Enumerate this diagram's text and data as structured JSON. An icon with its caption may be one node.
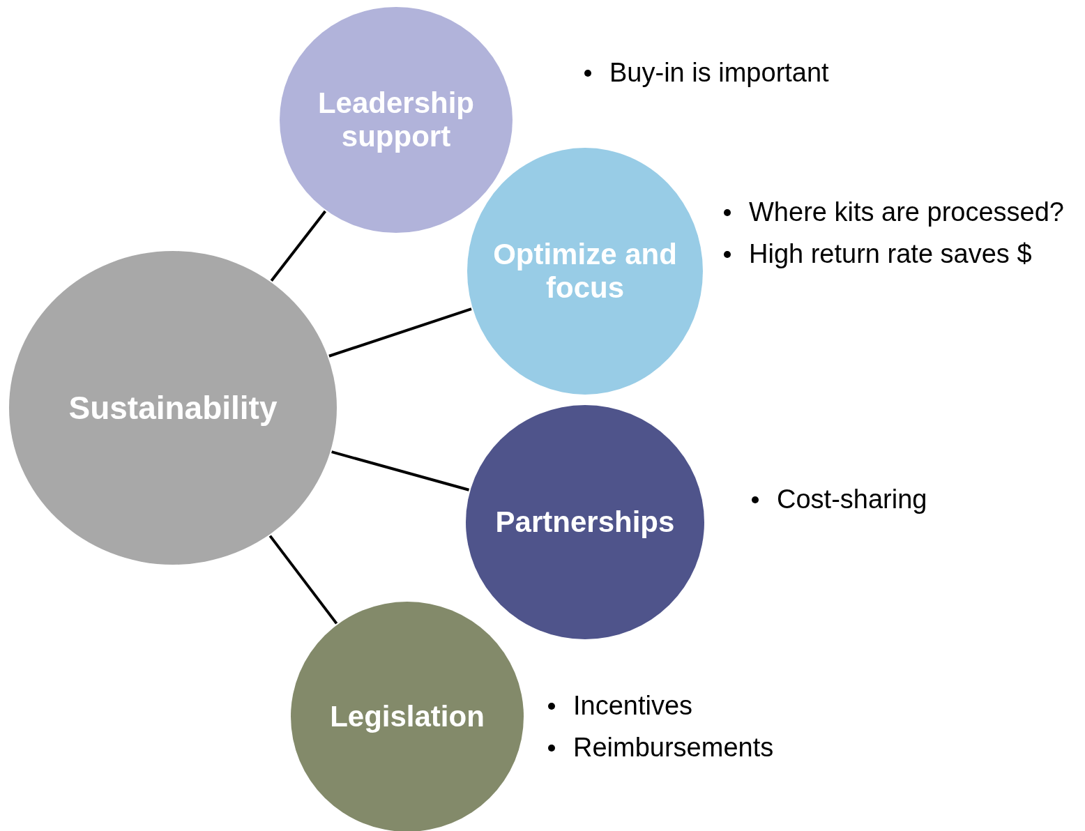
{
  "diagram": {
    "nodes": [
      {
        "text": [
          "Sustainability"
        ]
      },
      {
        "text": [
          "Leadership support"
        ],
        "beside": [
          "Buy-in is important"
        ]
      },
      {
        "text": [
          "Optimize and focus"
        ],
        "beside": [
          "Where kits are processed?",
          "High return rate saves $"
        ]
      },
      {
        "text": [
          "Partnerships"
        ],
        "beside": [
          "Cost-sharing"
        ]
      },
      {
        "text": [
          "Legislation"
        ],
        "beside": [
          "Incentives",
          "Reimbursements"
        ]
      }
    ],
    "edges": [
      {
        "from": 0,
        "to": 1,
        "arrow": "none"
      },
      {
        "from": 0,
        "to": 2,
        "arrow": "none"
      },
      {
        "from": 0,
        "to": 3,
        "arrow": "none"
      },
      {
        "from": 0,
        "to": 4,
        "arrow": "none"
      }
    ]
  }
}
